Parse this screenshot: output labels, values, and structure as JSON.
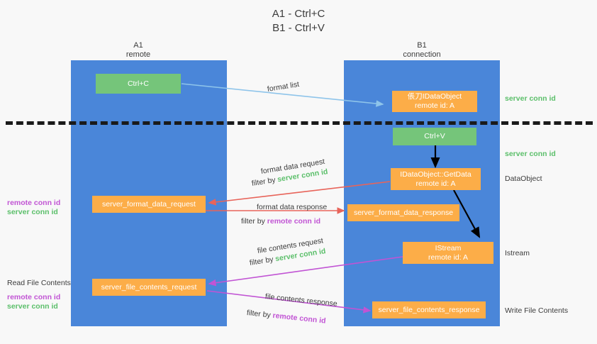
{
  "title": "A1 - Ctrl+C\nB1 - Ctrl+V",
  "lanes": [
    {
      "name": "A1",
      "sub": "remote",
      "header": "A1\nremote"
    },
    {
      "name": "B1",
      "sub": "connection",
      "header": "B1\nconnection"
    }
  ],
  "boxes": {
    "ctrl_c": {
      "line1": "Ctrl+C",
      "line2": "",
      "color": "#75c57a"
    },
    "idataobject": {
      "line1": "倀刀IDataObject",
      "line2": "remote id: A",
      "color": "#fcad48"
    },
    "ctrl_v": {
      "line1": "Ctrl+V",
      "line2": "",
      "color": "#75c57a"
    },
    "getdata": {
      "line1": "IDataObject::GetData",
      "line2": "remote id: A",
      "color": "#fcad48"
    },
    "istream": {
      "line1": "IStream",
      "line2": "remote id: A",
      "color": "#fcad48"
    },
    "server_format_data_request": {
      "line1": "server_format_data_request",
      "line2": "",
      "color": "#fcad48"
    },
    "server_format_data_response": {
      "line1": "server_format_data_response",
      "line2": "",
      "color": "#fcad48"
    },
    "server_file_contents_request": {
      "line1": "server_file_contents_request",
      "line2": "",
      "color": "#fcad48"
    },
    "server_file_contents_response": {
      "line1": "server_file_contents_response",
      "line2": "",
      "color": "#fcad48"
    }
  },
  "flow_labels": {
    "format_list": "format list",
    "format_data_request": "format data request",
    "format_data_request_filter_prefix": "filter by ",
    "format_data_request_filter_value": "server conn id",
    "format_data_response": "format data response",
    "format_data_response_filter_prefix": "filter by ",
    "format_data_response_filter_value": "remote conn id",
    "file_contents_request": "file contents request",
    "file_contents_request_filter_prefix": "filter by ",
    "file_contents_request_filter_value": "server conn id",
    "file_contents_response": "file contents response",
    "file_contents_response_filter_prefix": "filter by ",
    "file_contents_response_filter_value": "remote conn id"
  },
  "right_labels": {
    "server_conn_id_top": "server conn id",
    "server_conn_id_mid": "server conn id",
    "dataobject": "DataObject",
    "istream": "Istream",
    "write_file_contents": "Write File Contents"
  },
  "left_labels": {
    "remote_conn_id_1": "remote conn id",
    "server_conn_id_1": "server conn id",
    "read_file_contents": "Read File Contents",
    "remote_conn_id_2": "remote conn id",
    "server_conn_id_2": "server conn id"
  },
  "colors": {
    "lane": "#4a86d9",
    "green_box": "#75c57a",
    "orange_box": "#fcad48",
    "green_text": "#5bbf6a",
    "purple_text": "#c154d4",
    "arrow_blue": "#8ec4ea",
    "arrow_red": "#e8645a",
    "arrow_black": "#000000",
    "arrow_magenta": "#c154d4",
    "background": "#f8f8f8"
  }
}
